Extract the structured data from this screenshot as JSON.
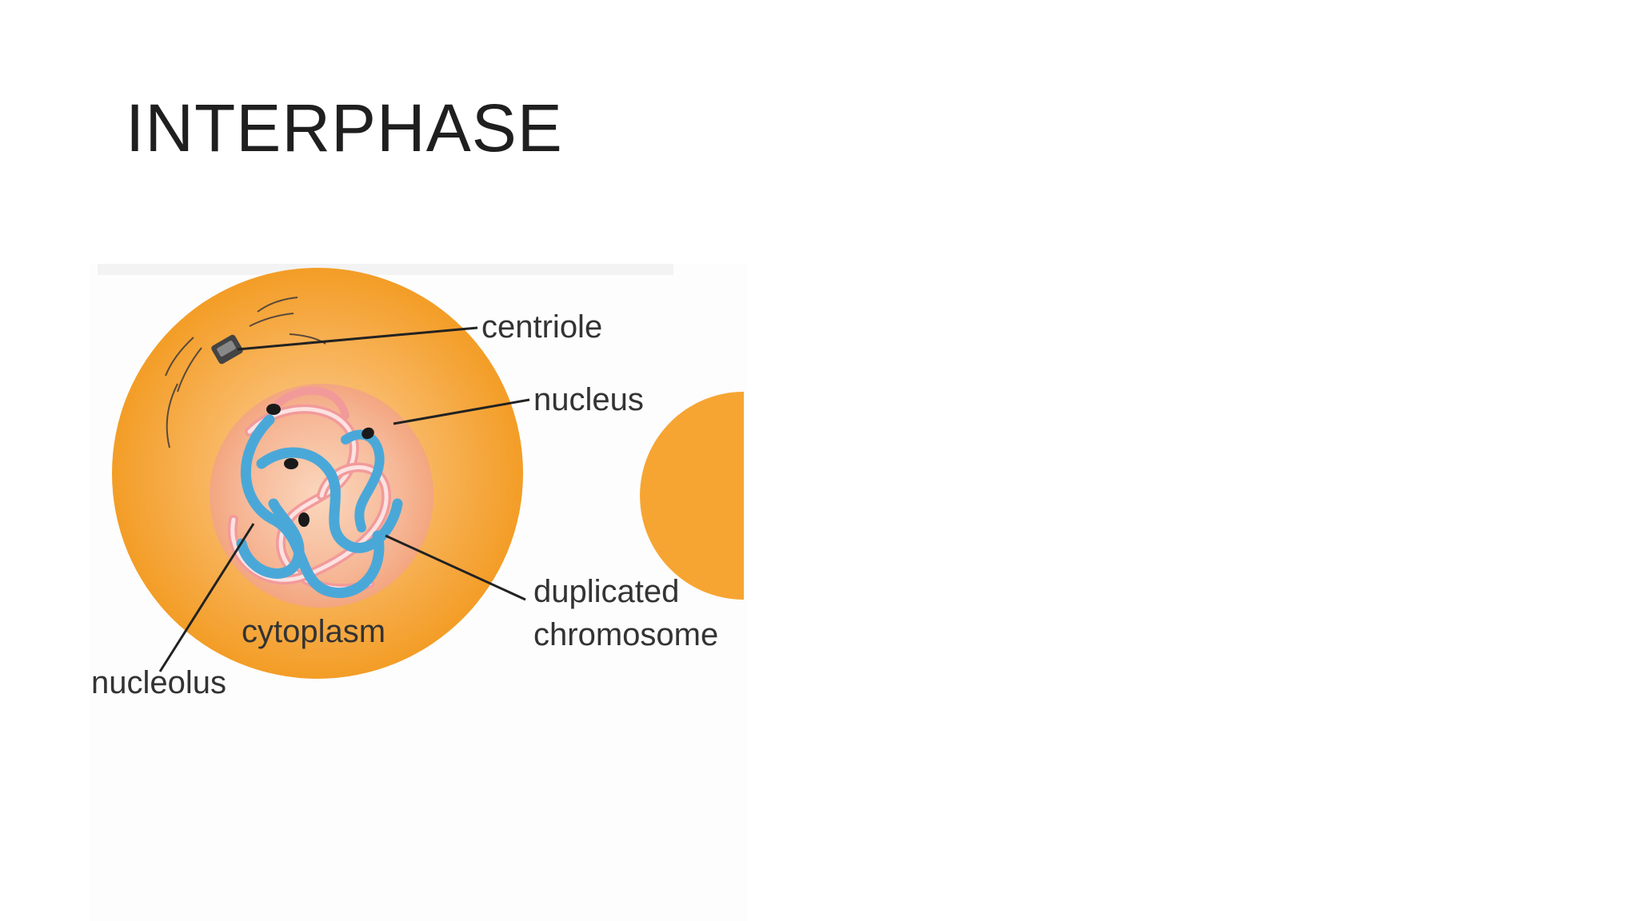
{
  "slide": {
    "title": "INTERPHASE"
  },
  "diagram": {
    "labels": {
      "centriole": "centriole",
      "nucleus": "nucleus",
      "duplicated": "duplicated",
      "chromosome": "chromosome",
      "cytoplasm": "cytoplasm",
      "nucleolus": "nucleolus"
    },
    "colors": {
      "cell_outer": "#f6a532",
      "cell_inner": "#f9c07a",
      "nucleus": "#f7b48a",
      "chromosome_blue": "#4aa8d8",
      "chromosome_pink": "#f29a9a",
      "leader_line": "#222222"
    }
  }
}
